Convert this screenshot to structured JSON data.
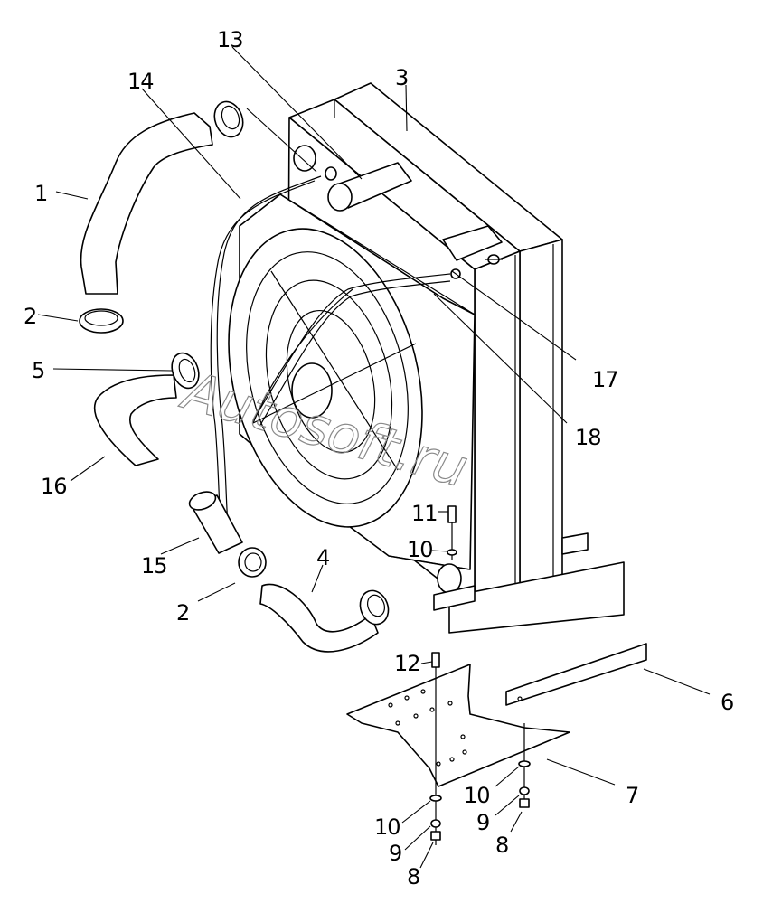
{
  "watermark": "Autosoft.ru",
  "callouts": {
    "c1": "1",
    "c2a": "2",
    "c2b": "2",
    "c3": "3",
    "c4": "4",
    "c5": "5",
    "c6": "6",
    "c7": "7",
    "c8a": "8",
    "c8b": "8",
    "c9a": "9",
    "c9b": "9",
    "c10a": "10",
    "c10b": "10",
    "c10c": "10",
    "c11": "11",
    "c12": "12",
    "c13": "13",
    "c14": "14",
    "c15": "15",
    "c16": "16",
    "c17": "17",
    "c18": "18"
  }
}
